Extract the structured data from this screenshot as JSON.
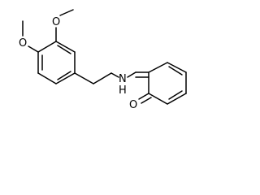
{
  "atoms": {
    "O_methoxy_top": "O",
    "O_methoxy_left": "O",
    "N_amine": "N",
    "H_amine": "H",
    "O_ketone": "O"
  }
}
